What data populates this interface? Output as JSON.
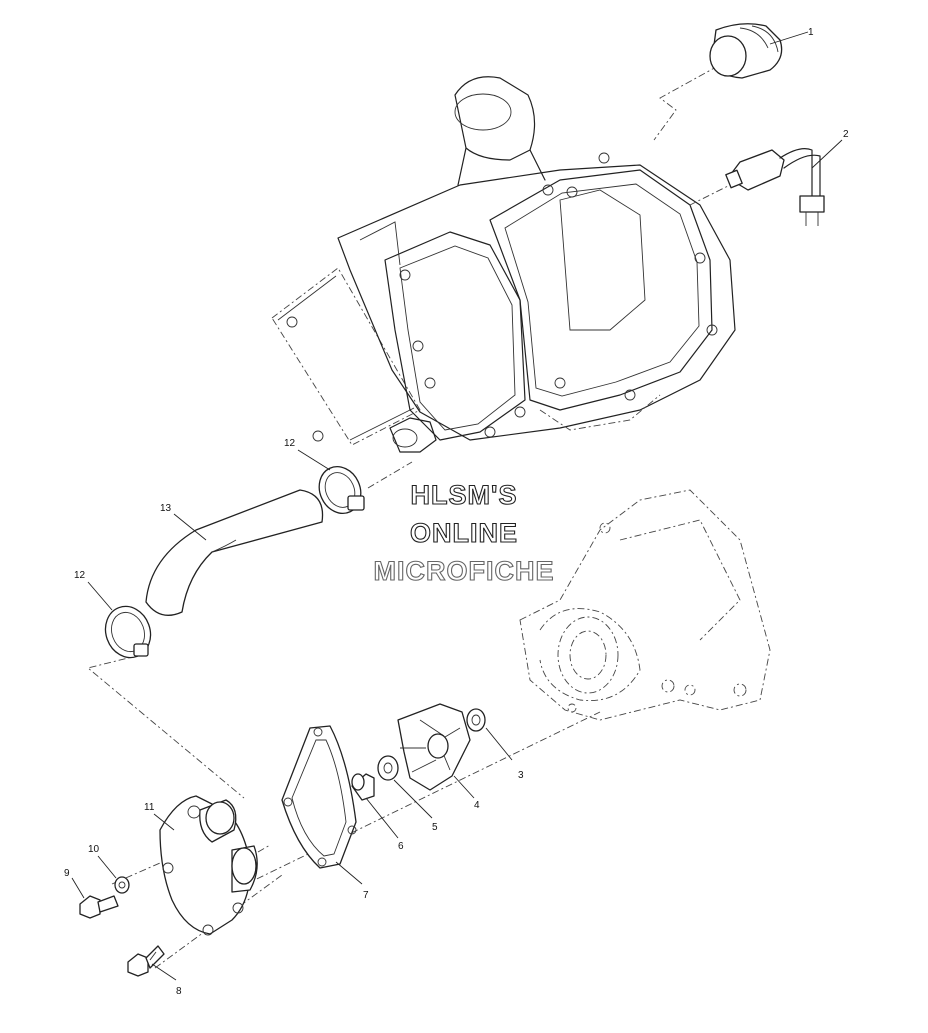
{
  "watermark": {
    "line1": "HLSM'S",
    "line2": "ONLINE",
    "line3": "MICROFICHE"
  },
  "callouts": [
    {
      "id": "1",
      "label": "1"
    },
    {
      "id": "2",
      "label": "2"
    },
    {
      "id": "3",
      "label": "3"
    },
    {
      "id": "4",
      "label": "4"
    },
    {
      "id": "5",
      "label": "5"
    },
    {
      "id": "6",
      "label": "6"
    },
    {
      "id": "7",
      "label": "7"
    },
    {
      "id": "8",
      "label": "8"
    },
    {
      "id": "9",
      "label": "9"
    },
    {
      "id": "10",
      "label": "10"
    },
    {
      "id": "11",
      "label": "11"
    },
    {
      "id": "12a",
      "label": "12"
    },
    {
      "id": "12b",
      "label": "12"
    },
    {
      "id": "13",
      "label": "13"
    }
  ]
}
